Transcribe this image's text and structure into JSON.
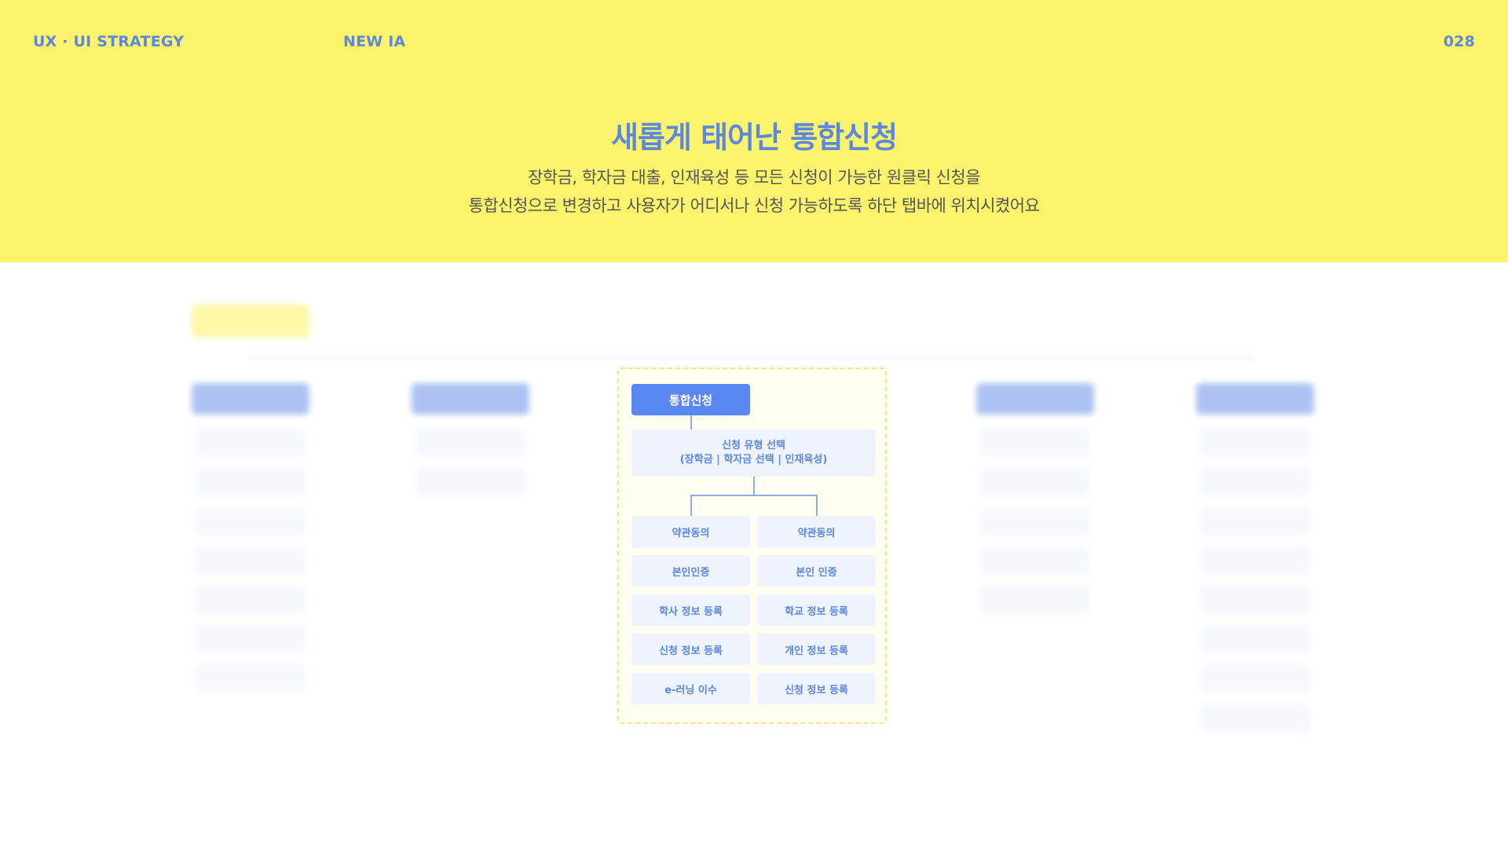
{
  "header": {
    "section": "UX · UI STRATEGY",
    "subsection": "NEW IA",
    "page_number": "028",
    "title": "새롭게 태어난 통합신청",
    "description_line1": "장학금, 학자금 대출, 인재육성 등 모든 신청이 가능한 원클릭 신청을",
    "description_line2": "통합신청으로 변경하고 사용자가 어디서나 신청 가능하도록 하단 탭바에 위치시켰어요"
  },
  "diagram": {
    "root": "통합신청",
    "select_line1": "신청 유형 선택",
    "select_line2": "(장학금 | 학자금 선택 | 인재육성)",
    "left_branch": [
      "약관동의",
      "본인인증",
      "학사 정보 등록",
      "신청 정보 등록",
      "e-러닝 이수"
    ],
    "right_branch": [
      "약관동의",
      "본인 인증",
      "학교 정보 등록",
      "개인 정보 등록",
      "신청 정보 등록"
    ]
  },
  "colors": {
    "header_bg": "#fbf36b",
    "accent_blue": "#5b87dd",
    "node_bg": "#eef3fd",
    "root_bg": "#5b87f0"
  }
}
